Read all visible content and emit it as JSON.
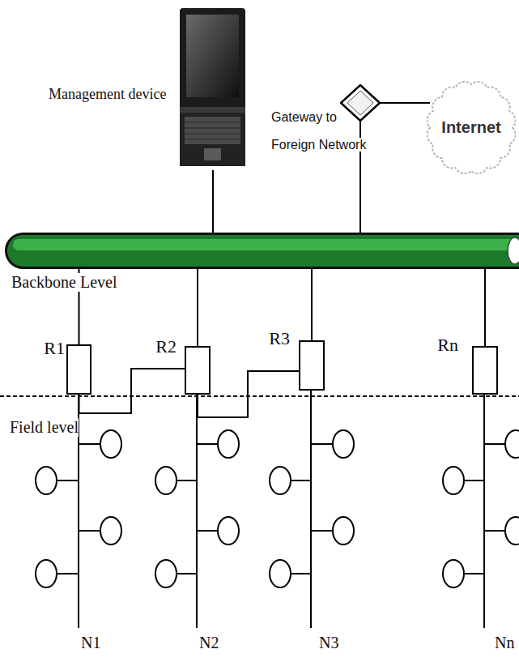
{
  "diagram": {
    "nodes": [
      {
        "text": [
          "Management device"
        ]
      },
      {
        "text": [
          "Gateway to Foreign Network"
        ]
      },
      {
        "text": [
          "Internet"
        ]
      },
      {
        "text": [
          "Backbone Level"
        ]
      },
      {
        "text": [
          "R1"
        ]
      },
      {
        "text": [
          "R2"
        ]
      },
      {
        "text": [
          "R3"
        ]
      },
      {
        "text": [
          "Rn"
        ]
      }
    ],
    "edges": [
      {
        "from": 0,
        "to": 3,
        "arrow": "none"
      },
      {
        "from": 1,
        "to": 2,
        "arrow": "none"
      },
      {
        "from": 1,
        "to": 3,
        "arrow": "none"
      },
      {
        "from": 3,
        "to": 4,
        "arrow": "none"
      },
      {
        "from": 3,
        "to": 5,
        "arrow": "none"
      },
      {
        "from": 3,
        "to": 6,
        "arrow": "none"
      },
      {
        "from": 3,
        "to": 7,
        "arrow": "none"
      },
      {
        "from": 4,
        "to": 5,
        "arrow": "none"
      },
      {
        "from": 5,
        "to": 6,
        "arrow": "none"
      }
    ],
    "labels": [
      "Field level",
      "N1",
      "N2",
      "N3",
      "Nn"
    ]
  }
}
